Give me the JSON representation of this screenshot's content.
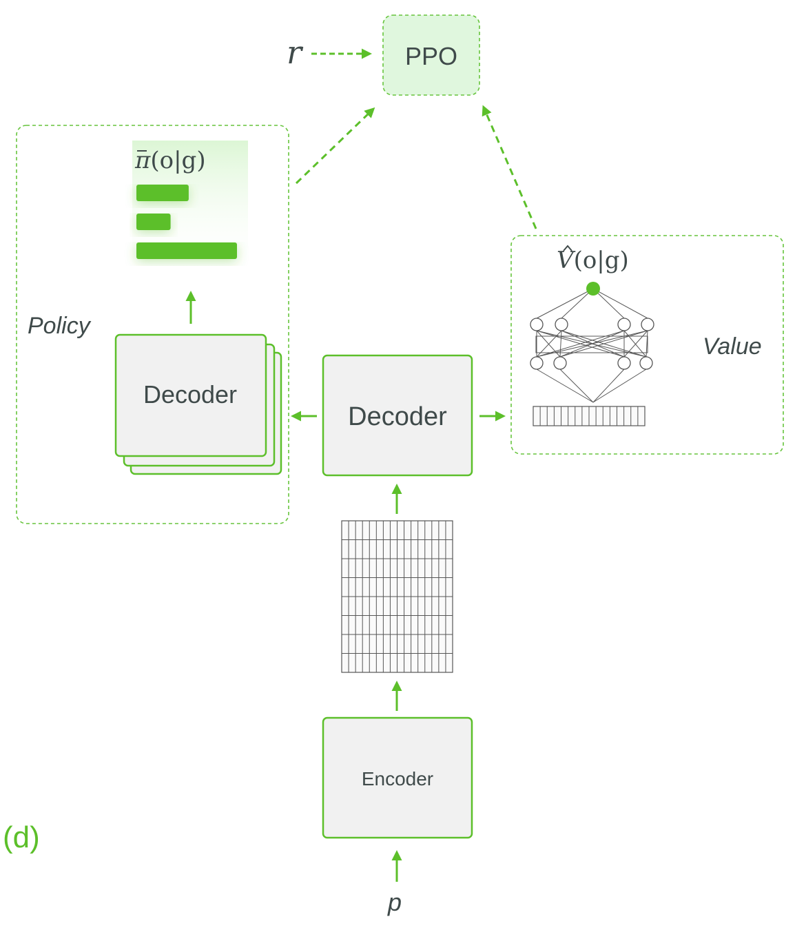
{
  "panel_label": "(d)",
  "nodes": {
    "ppo": "PPO",
    "encoder": "Encoder",
    "decoder_main": "Decoder",
    "decoder_policy": "Decoder"
  },
  "groups": {
    "policy": "Policy",
    "value": "Value"
  },
  "symbols": {
    "reward": "r",
    "prompt": "p",
    "policy_output_base": "π",
    "policy_output_args": "(o|g)",
    "value_output_base": "V",
    "value_output_args": "(o|g)"
  },
  "policy_distribution": [
    0.52,
    0.34,
    1.0
  ],
  "colors": {
    "accent": "#5cbf2a",
    "dashed": "#66c43c",
    "box_fill": "#f1f1f1",
    "ppo_fill": "#e0f7de",
    "text_dark": "#3f4a4a",
    "net_stroke": "#555555"
  }
}
